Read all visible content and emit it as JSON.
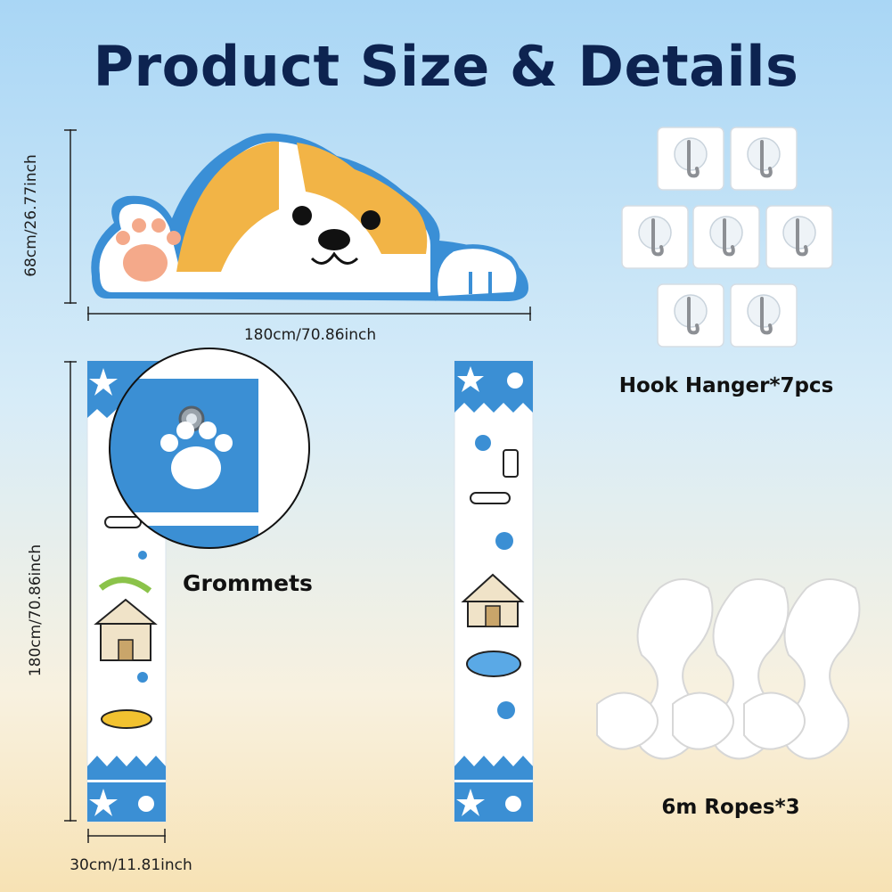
{
  "title": "Product Size & Details",
  "dimensions": {
    "sign_height": "68cm/26.77inch",
    "sign_width": "180cm/70.86inch",
    "banner_height": "180cm/70.86inch",
    "banner_width": "30cm/11.81inch"
  },
  "labels": {
    "grommets": "Grommets",
    "hooks": "Hook Hanger*7pcs",
    "ropes": "6m Ropes*3"
  },
  "colors": {
    "title": "#0d2350",
    "banner_blue": "#3b8fd4",
    "dog_orange": "#f2b446",
    "dog_outline": "#3a8fd6"
  }
}
